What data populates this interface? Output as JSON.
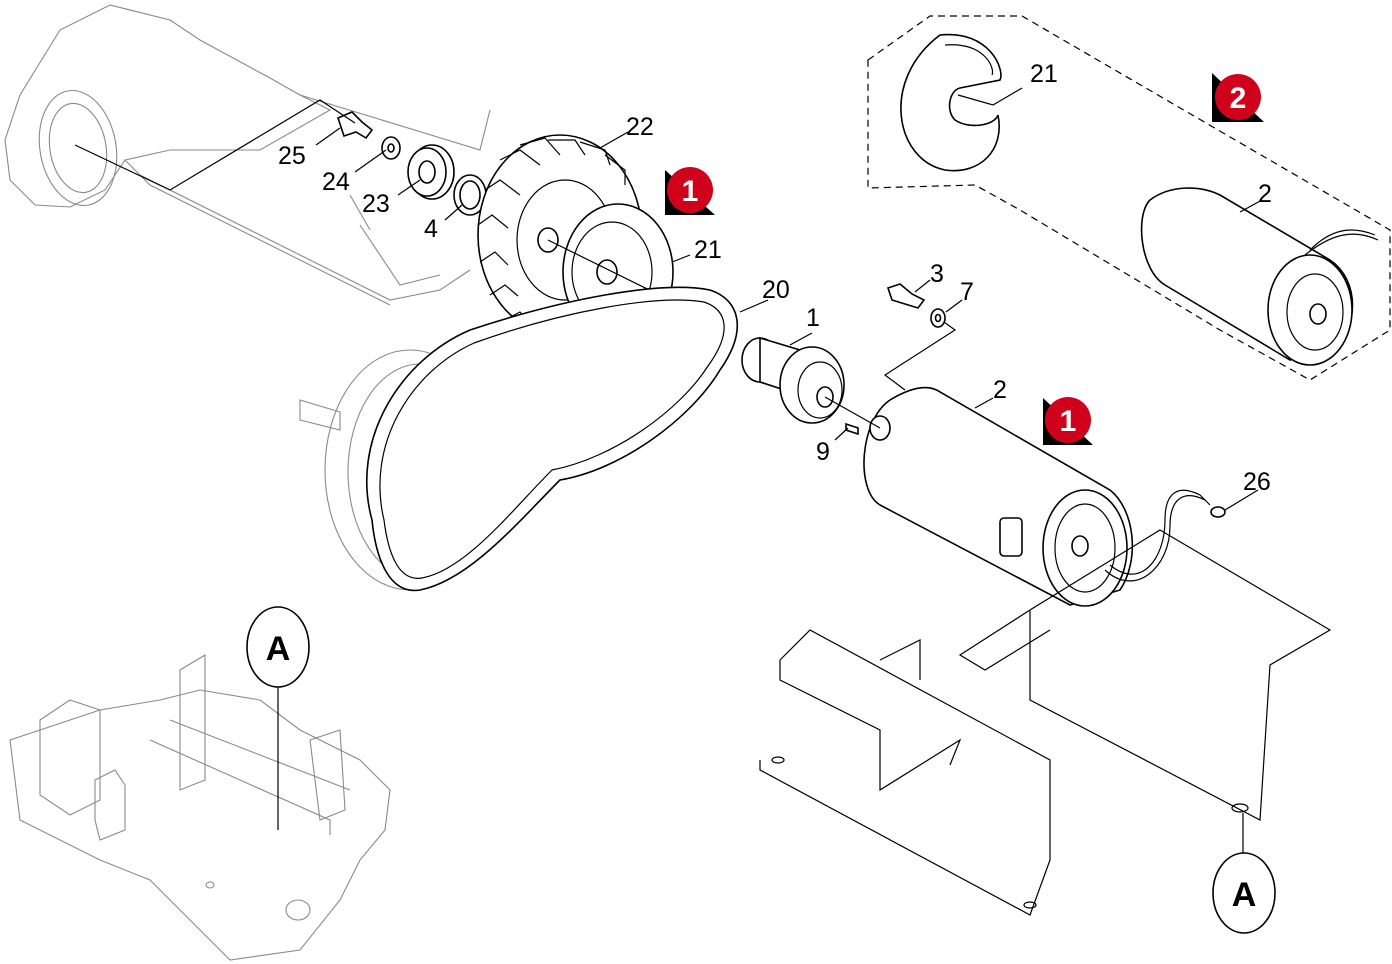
{
  "callouts": {
    "c25": "25",
    "c24": "24",
    "c23": "23",
    "c4": "4",
    "c22": "22",
    "c21a": "21",
    "c20": "20",
    "c1": "1",
    "c9": "9",
    "c3": "3",
    "c7": "7",
    "c2a": "2",
    "c26": "26",
    "c21b": "21",
    "c2b": "2"
  },
  "badges": {
    "fan_variant": "1",
    "motor_variant": "1",
    "alt_variant": "2"
  },
  "detail_refs": {
    "chassis": "A",
    "bracket": "A"
  },
  "colors": {
    "badge_red": "#d0021b",
    "badge_shadow": "#000000",
    "line": "#000000",
    "ghost_line": "#8a8a8a"
  }
}
